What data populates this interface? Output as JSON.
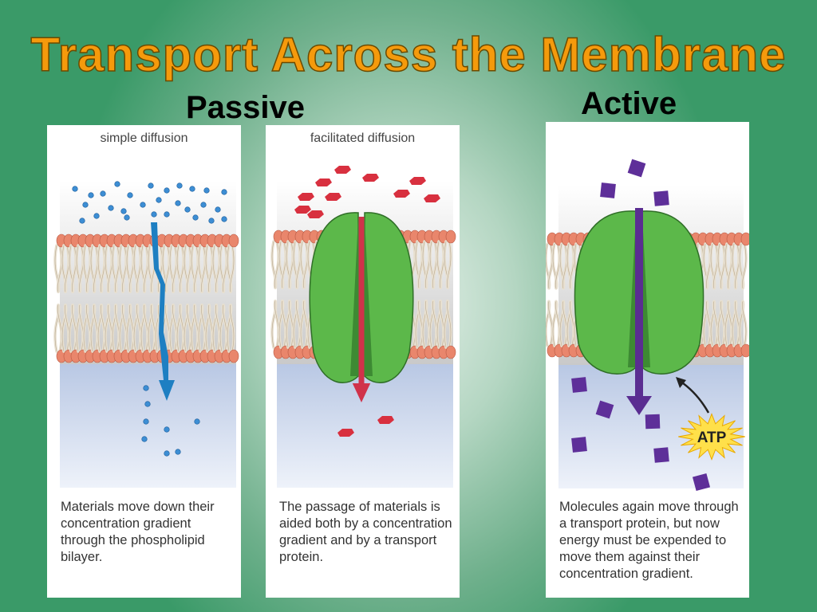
{
  "title": "Transport Across the Membrane",
  "headings": {
    "passive": "Passive",
    "active": "Active"
  },
  "panels": [
    {
      "caption": "simple diffusion",
      "description": "Materials move down their concentration gradient through the phospholipid bilayer."
    },
    {
      "caption": "facilitated diffusion",
      "description": "The passage of materials is aided both by a concentration gradient and by a transport protein."
    },
    {
      "caption": "",
      "description": "Molecules again move through a transport protein, but now energy must be expended to move them against their concentration gradient.",
      "energy_label": "ATP"
    }
  ],
  "colors": {
    "title": "#f59a0c",
    "background": "#3a9a68",
    "protein": "#5cb84a",
    "diffusion_arrow": "#1e7fc2",
    "facilitated_arrow": "#d0324a",
    "active_arrow": "#5a2d91"
  }
}
